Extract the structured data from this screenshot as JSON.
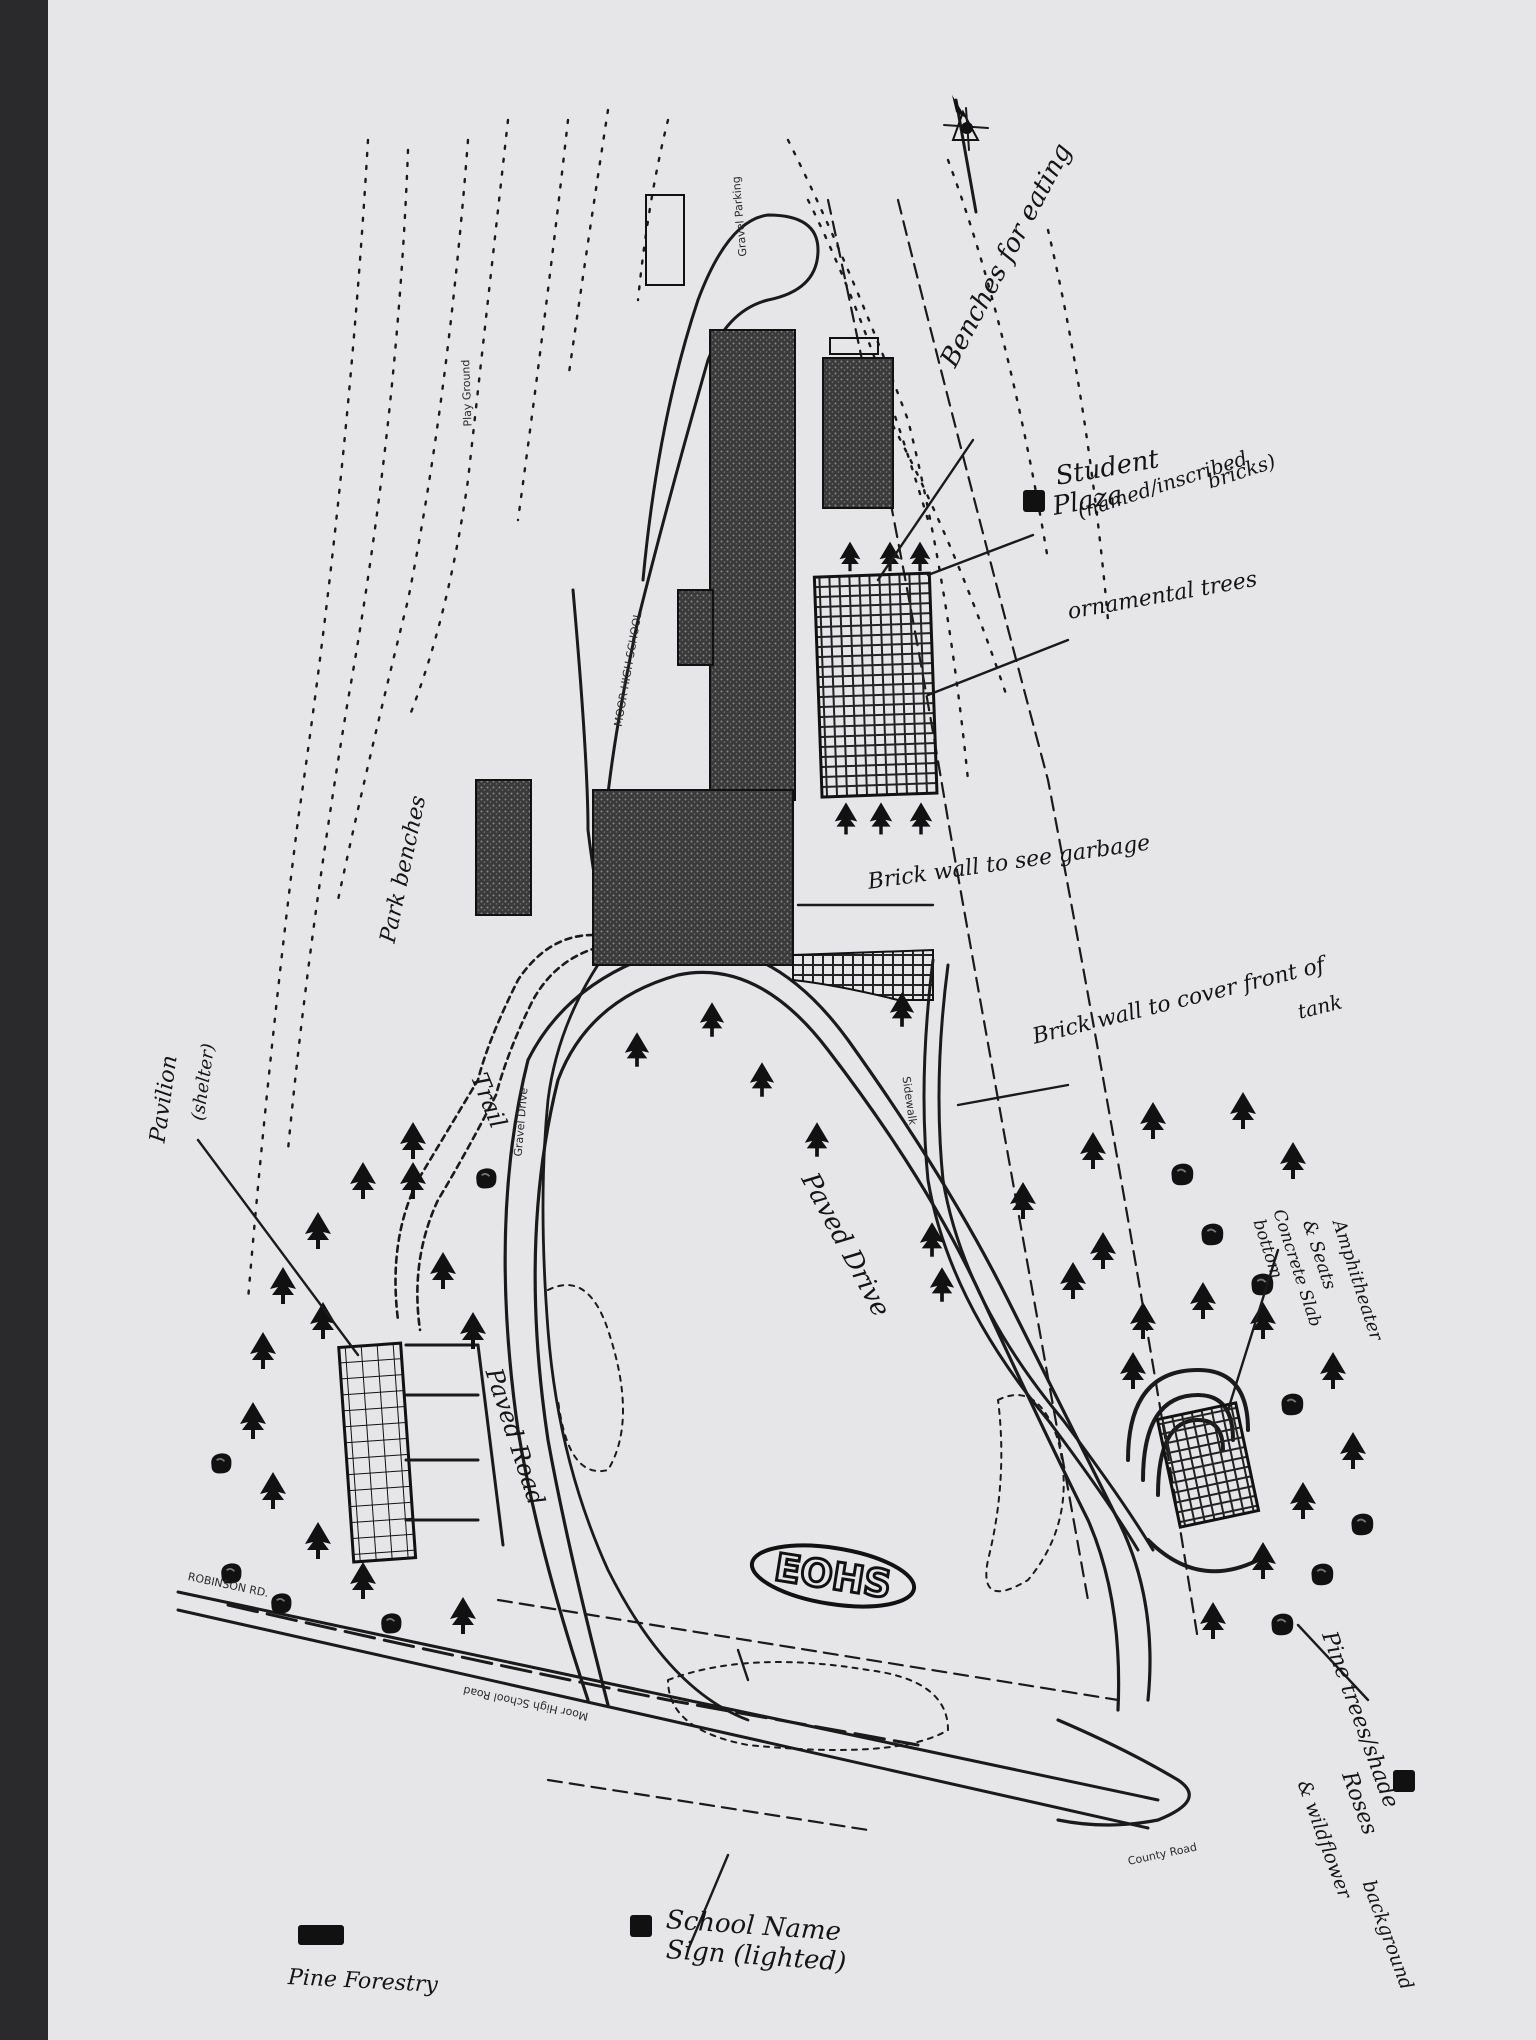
{
  "map": {
    "north_arrow": "north-arrow-icon",
    "school_initials": "EOHS",
    "annotations": {
      "benches": "Benches for eating",
      "student_plaza_line1": "Student",
      "student_plaza_line2": "Plaza",
      "student_plaza_line3": "(named/inscribed",
      "student_plaza_line4": "bricks)",
      "ornamental_trees": "ornamental trees",
      "brick_wall_garbage": "Brick wall to see garbage",
      "brick_wall_tank_line1": "Brick wall to cover front of",
      "brick_wall_tank_line2": "tank",
      "park_benches": "Park benches",
      "trail": "Trail",
      "pavilion_line1": "Pavilion",
      "pavilion_line2": "(shelter)",
      "paved_drive": "Paved Drive",
      "paved_road": "Paved Road",
      "amphitheater_line1": "Amphitheater",
      "amphitheater_line2": "& Seats",
      "amphitheater_line3": "Concrete Slab",
      "amphitheater_line4": "bottom",
      "pine_trees_shade": "Pine trees/shade",
      "roses_line1": "Roses",
      "roses_line2": "& wildflower",
      "roses_line3": "background",
      "school_sign_line1": "School Name",
      "school_sign_line2": "Sign (lighted)",
      "legend_pine": "Pine Forestry"
    },
    "printed_labels": {
      "robinson_rd": "ROBINSON RD.",
      "moor_high_school_road": "Moor High School Road",
      "moor_high_school": "MOOR HIGH SCHOOL",
      "play_ground": "Play Ground",
      "gravel_parking": "Gravel Parking",
      "sidewalk": "Sidewalk",
      "county_road": "County Road",
      "gravel_drive": "Gravel Drive"
    }
  }
}
